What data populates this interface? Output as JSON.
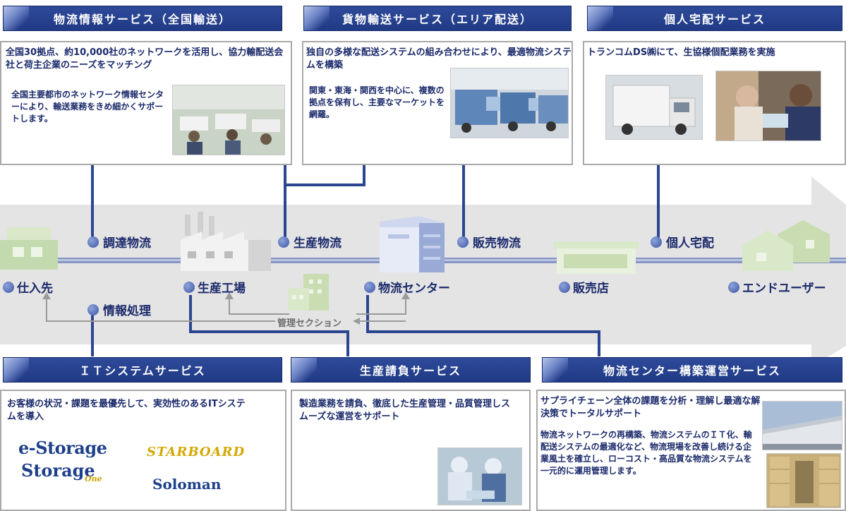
{
  "top_panels": [
    {
      "title": "物流情報サービス（全国輸送）",
      "lead": "全国30拠点、約10,000社のネットワークを活用し、協力輸配送会社と荷主企業のニーズをマッチング",
      "sub": "全国主要都市のネットワーク情報センターにより、輸送業務をきめ細かくサポートします。"
    },
    {
      "title": "貨物輸送サービス（エリア配送）",
      "lead": "独自の多様な配送システムの組み合わせにより、最適物流システムを構築",
      "sub": "関東・東海・関西を中心に、複数の拠点を保有し、主要なマーケットを網羅。"
    },
    {
      "title": "個人宅配サービス",
      "lead": "トランコムDS㈱にて、生協様個配業務を実施"
    }
  ],
  "flow": {
    "labels": [
      "調達物流",
      "生産物流",
      "販売物流",
      "個人宅配",
      "情報処理"
    ],
    "nodes": [
      "仕入先",
      "生産工場",
      "物流センター",
      "販売店",
      "エンドユーザー"
    ],
    "section_label": "管理セクション"
  },
  "bottom_panels": [
    {
      "title": "ＩＴシステムサービス",
      "lead": "お客様の状況・課題を最優先して、実効性のあるITシステムを導入",
      "logos": [
        "e-Storage",
        "Storage",
        "One",
        "STARBOARD",
        "Soloman"
      ]
    },
    {
      "title": "生産請負サービス",
      "lead": "製造業務を請負、徹底した生産管理・品質管理しスムーズな運営をサポート"
    },
    {
      "title": "物流センター構築運営サービス",
      "lead": "サプライチェーン全体の課題を分析・理解し最適な解決策でトータルサポート",
      "sub": "物流ネットワークの再構築、物流システムのＩＴ化、輸配送システムの最適化など、物流現場を改善し続ける企業風土を確立し、ローコスト・高品質な物流システムを一元的に運用管理します。"
    }
  ],
  "colors": {
    "navy": "#1b2a6b",
    "header": "#253f8c",
    "connector": "#2b4590",
    "arrow": "#e6e6e6"
  }
}
